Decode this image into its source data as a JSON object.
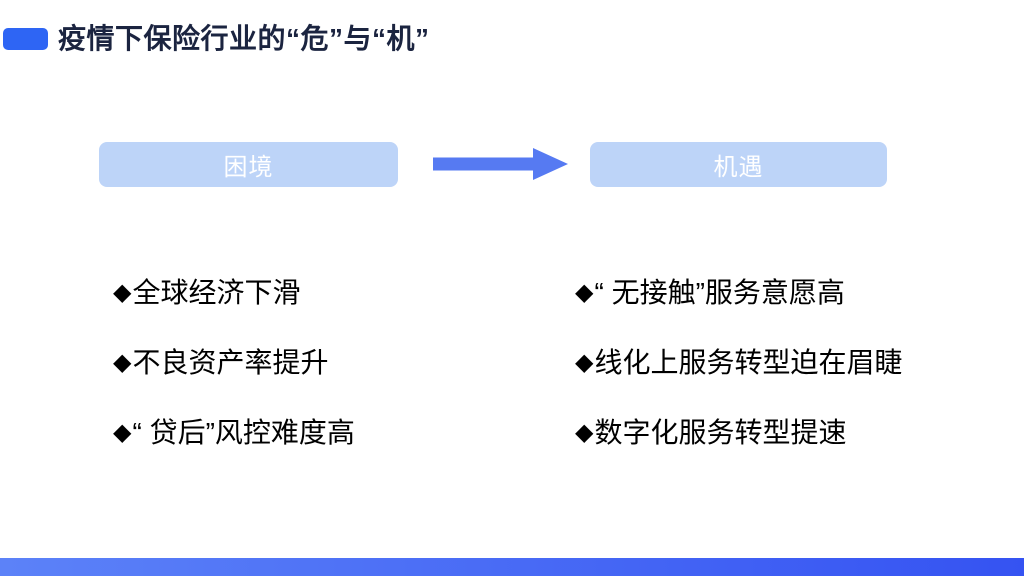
{
  "colors": {
    "accent_marker": "#2E65F4",
    "title_text": "#1B2440",
    "flow_box_bg": "#BDD4F8",
    "flow_box_text": "#FFFFFF",
    "arrow": "#567AF2",
    "bullet_text": "#000000",
    "footer_gradient_left": "#5C82F8",
    "footer_gradient_right": "#3553F2"
  },
  "header": {
    "title": "疫情下保险行业的“危”与“机”"
  },
  "flow": {
    "left_box_label": "困境",
    "right_box_label": "机遇"
  },
  "bullets": {
    "glyph": "◆",
    "left": [
      "全球经济下滑",
      "不良资产率提升",
      "“ 贷后”风控难度高"
    ],
    "right": [
      "“ 无接触”服务意愿高",
      "线化上服务转型迫在眉睫",
      "数字化服务转型提速"
    ]
  }
}
